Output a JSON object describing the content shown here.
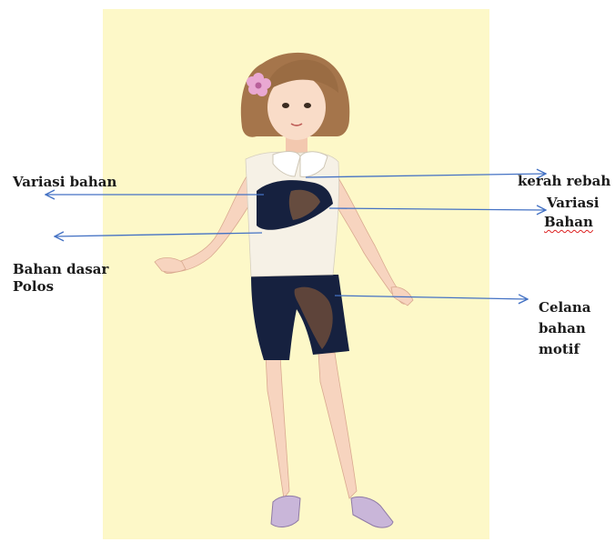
{
  "colors": {
    "background": "#fdf8c8",
    "arrow": "#4472c4",
    "top_fabric": "#f6f1e6",
    "shorts_fabric": "#16213f",
    "hair": "#a5754b",
    "skin": "#f7d4bf"
  },
  "labels": {
    "variasi_bahan_left": "Variasi bahan",
    "bahan_dasar_polos_line1": "Bahan dasar",
    "bahan_dasar_polos_line2": "Polos",
    "kerah_rebah": "kerah rebah",
    "variasi_bahan_right_line1": "Variasi",
    "variasi_bahan_right_line2": "Bahan",
    "celana_line1": "Celana",
    "celana_line2": "bahan",
    "celana_line3": "motif"
  },
  "icons": {
    "hair_accessory": "flower-icon"
  }
}
